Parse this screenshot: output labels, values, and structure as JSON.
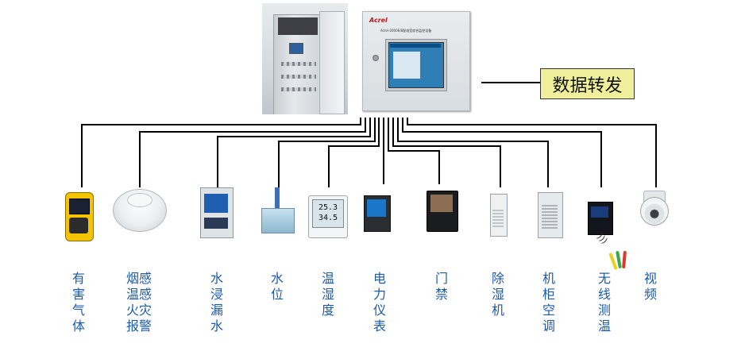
{
  "label_box": {
    "text": "数据转发"
  },
  "controller": {
    "brand": "Acrel",
    "model_text": "Acrel-2000E/B配电室综合监控设备"
  },
  "devices": [
    {
      "id": "gas",
      "label": [
        "有",
        "害",
        "气",
        "体"
      ]
    },
    {
      "id": "smoke",
      "label": [
        "烟感",
        "温感",
        "火灾",
        "报警"
      ]
    },
    {
      "id": "water-leak",
      "label": [
        "水",
        "浸",
        "漏",
        "水"
      ]
    },
    {
      "id": "water-level",
      "label": [
        "水",
        "位"
      ]
    },
    {
      "id": "temp-humidity",
      "label": [
        "温",
        "湿",
        "度"
      ]
    },
    {
      "id": "power-meter",
      "label": [
        "电",
        "力",
        "仪",
        "表"
      ]
    },
    {
      "id": "access",
      "label": [
        "门",
        "禁"
      ]
    },
    {
      "id": "dehumidifier",
      "label": [
        "除",
        "湿",
        "机"
      ]
    },
    {
      "id": "cabinet-ac",
      "label": [
        "机",
        "柜",
        "空",
        "调"
      ]
    },
    {
      "id": "wireless-temp",
      "label": [
        "无",
        "线",
        "测",
        "温"
      ]
    },
    {
      "id": "video",
      "label": [
        "视",
        "频"
      ]
    }
  ],
  "meter_readout": {
    "line1": "25.3",
    "line2": "34.5"
  },
  "colors": {
    "label_text": "#1c5aa8",
    "label_box_fill": "#f0ef9c",
    "wire": "#000000"
  }
}
